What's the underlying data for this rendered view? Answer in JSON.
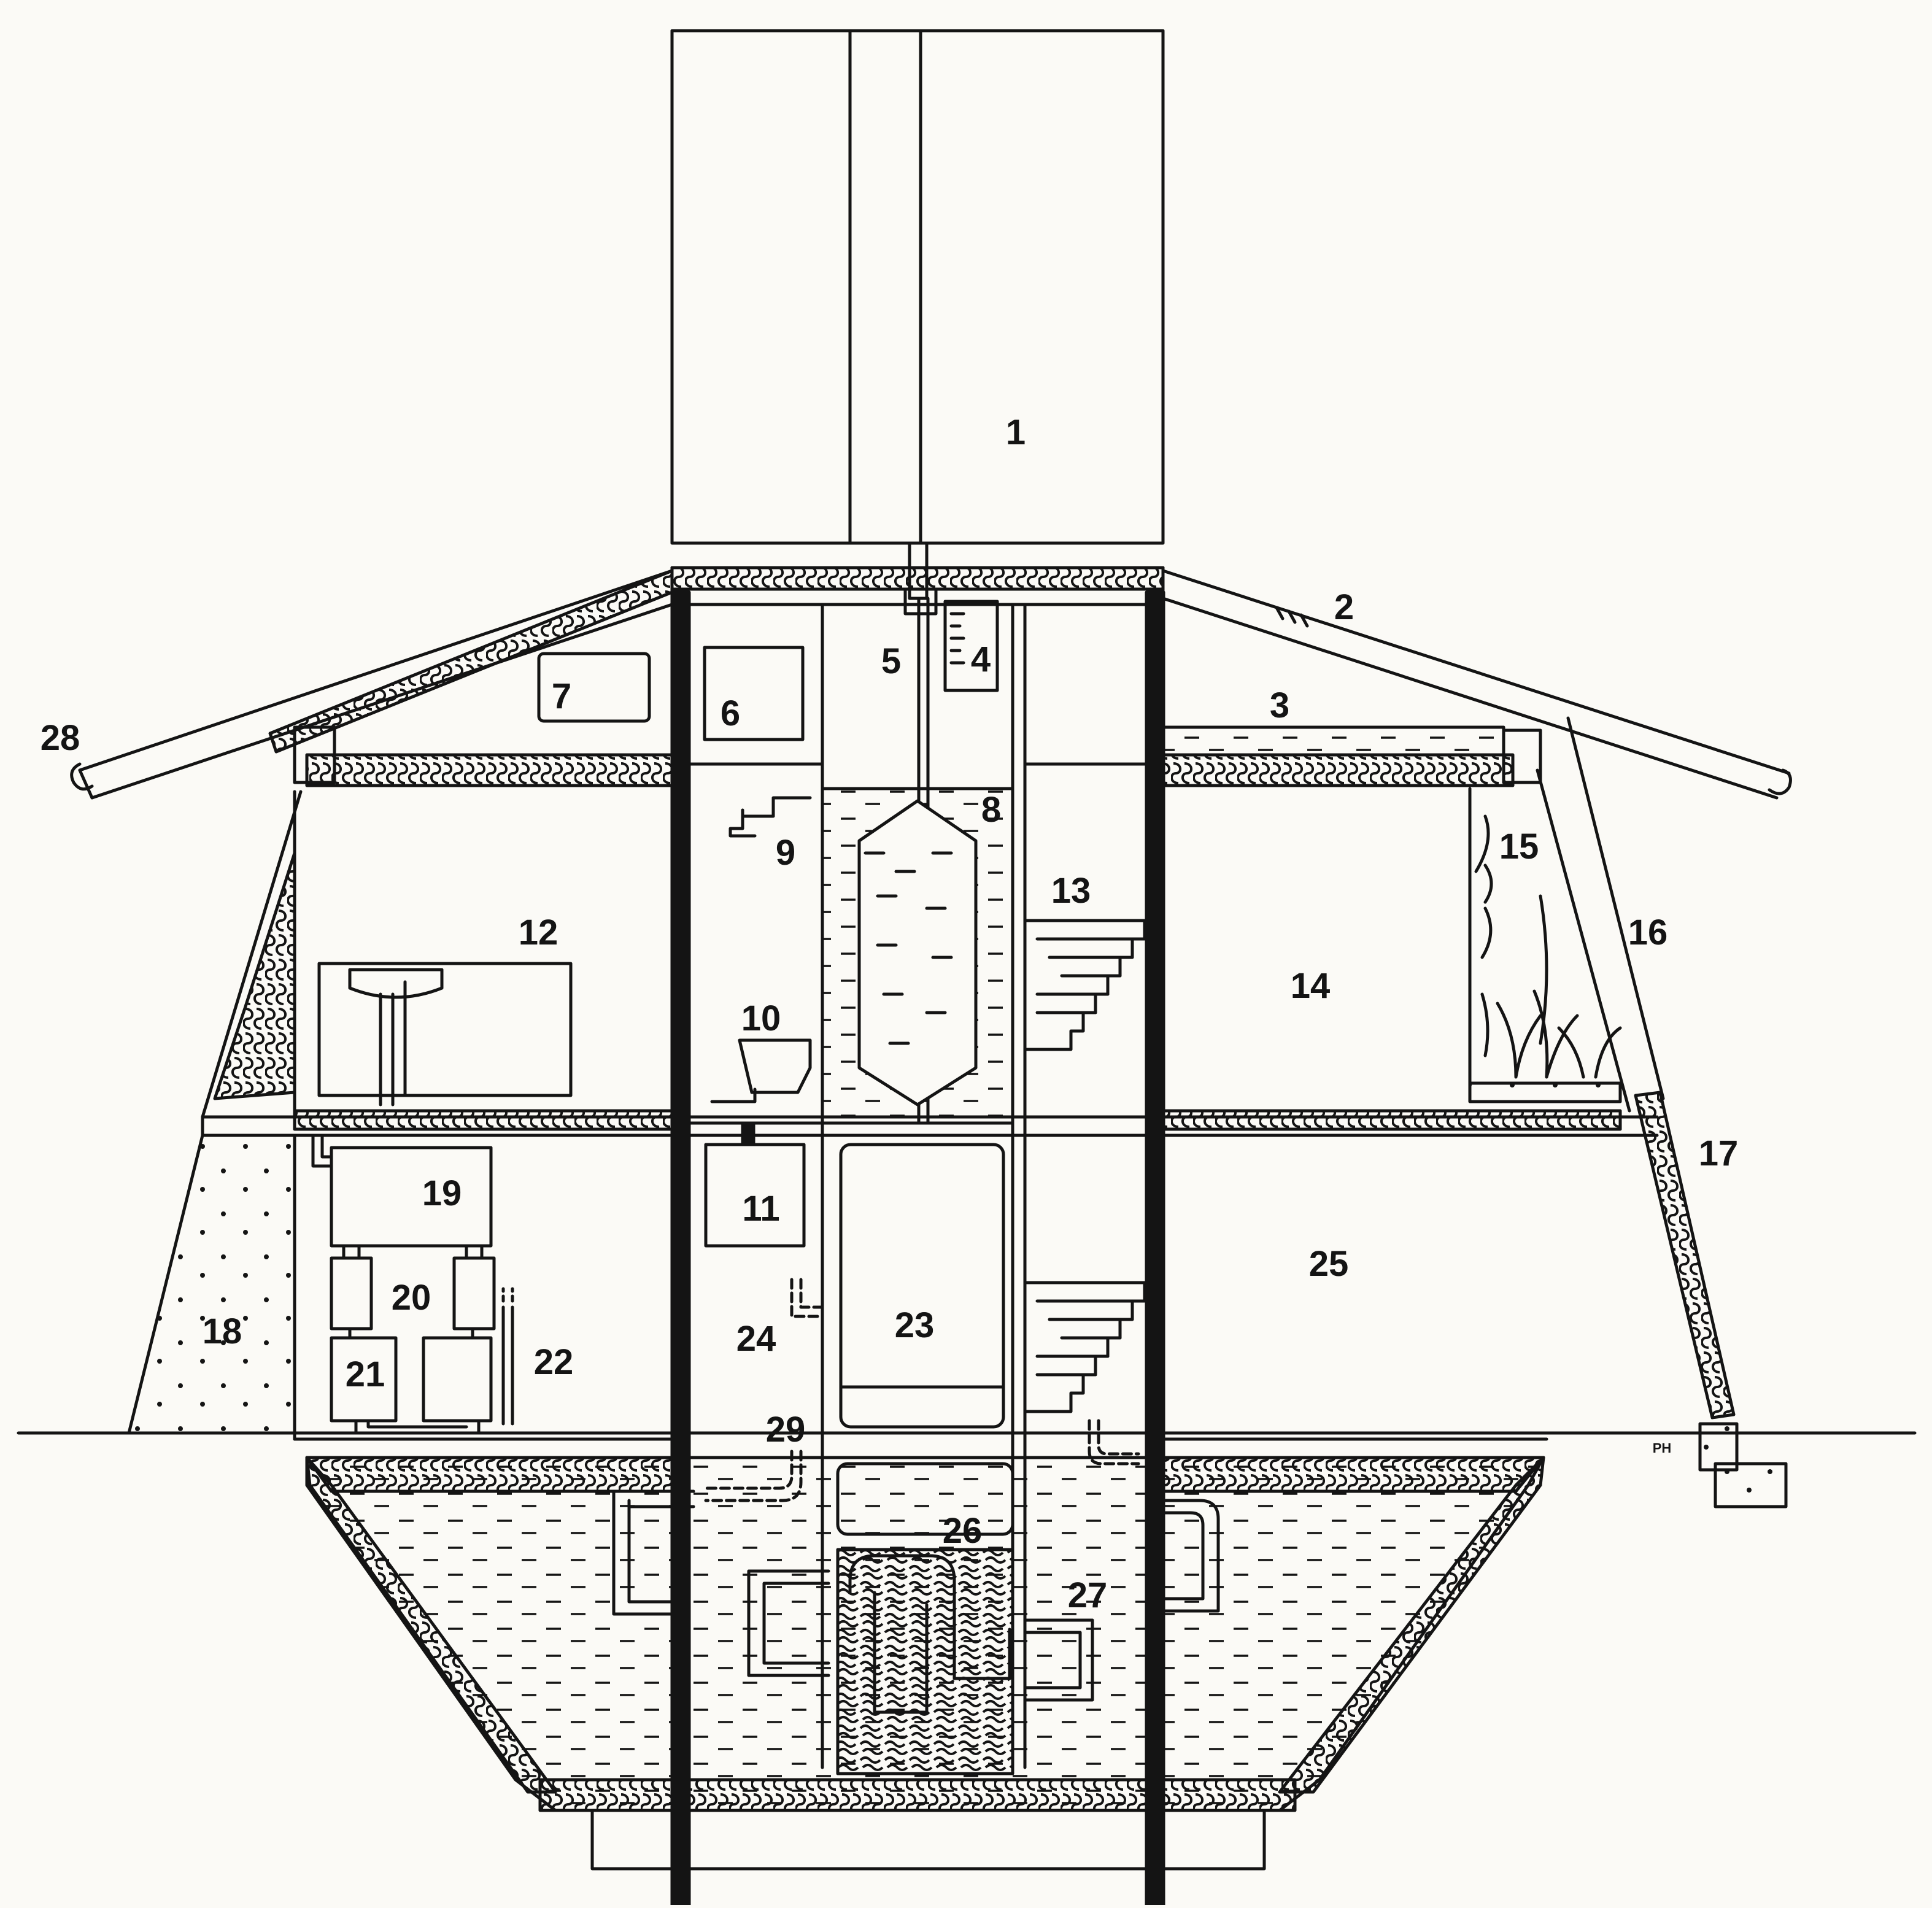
{
  "diagram": {
    "labels": [
      "1",
      "2",
      "3",
      "4",
      "5",
      "6",
      "7",
      "8",
      "9",
      "10",
      "11",
      "12",
      "13",
      "14",
      "15",
      "16",
      "17",
      "18",
      "19",
      "20",
      "21",
      "22",
      "23",
      "24",
      "25",
      "26",
      "27",
      "28",
      "29"
    ],
    "initials": "PH"
  },
  "colors": {
    "ink": "#141414",
    "paper": "#fbfaf6"
  }
}
